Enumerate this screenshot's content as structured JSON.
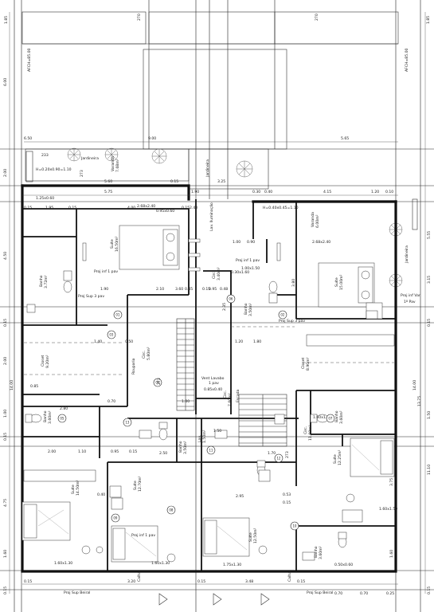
{
  "grid_labels": {
    "top_left": "1.85",
    "top_left_mark": "270",
    "top_right_mark": "270",
    "top_right": "1.85"
  },
  "vertical_dims_left": [
    "6.00",
    "2.00",
    "4.50",
    "0.15",
    "2.00",
    "1.00",
    "0.15",
    "4.75",
    "1.60",
    "0.15"
  ],
  "vertical_dims_right": [
    "5.55",
    "3.15",
    "0.15",
    "13.75",
    "1.50",
    "11.10",
    "3.75",
    "1.60",
    "0.15"
  ],
  "overall_dims": {
    "left_total": "14.00",
    "right_total": "14.00"
  },
  "afastamento_left": "AFCH=85.00",
  "afastamento_right": "AFCH=85.00",
  "top_dims": {
    "left": "6.50",
    "mid": "9.00",
    "right": "5.65"
  },
  "upper_dims": [
    "5.60",
    "0.15",
    "3.25",
    "5.75",
    "0.30",
    "0.40",
    "4.15",
    "1.20",
    "0.10",
    "1.90"
  ],
  "second_row_dims": [
    "1.25x0.60",
    "0.15",
    "1.95",
    "0.15",
    "4.00",
    "2.68x2.40",
    "0.15",
    "2.40"
  ],
  "window_specs": {
    "left": "H=0.20x0.90=1.10",
    "right": "H=0.40x0.45=1.10"
  },
  "jardineira_labels": [
    "Jardineira",
    "Jardineira",
    "Jardineira"
  ],
  "rooms": {
    "varanda_left": {
      "name": "Varanda",
      "area": "7.68m²"
    },
    "varanda_right": {
      "name": "Varanda",
      "area": "6.00m²"
    },
    "suite_left": {
      "name": "Suíte",
      "area": "16.50m²"
    },
    "suite_right": {
      "name": "Suíte",
      "area": "15.00m²"
    },
    "banho_left": {
      "name": "Banho",
      "area": "3.72m²"
    },
    "banho_right": {
      "name": "Banho",
      "area": "3.50m²"
    },
    "closet_left": {
      "name": "Closet",
      "area": "9.20m²"
    },
    "closet_right": {
      "name": "Closet",
      "area": "8.90m²"
    },
    "circ_left": {
      "name": "Circ.",
      "area": "5.80m²"
    },
    "circ_right": {
      "name": "Circ.",
      "area": "3.40m²"
    },
    "lav": {
      "name": "Lav.",
      "area": "1.50m²"
    },
    "lav_int": {
      "name": "Lav. Iluminação",
      "area": ""
    },
    "lav_venti": {
      "name": "Vent Lavabo",
      "area": "1 pav"
    },
    "circ_mid": {
      "name": "Circ.",
      "area": "7.60m²"
    },
    "circ_vert": {
      "name": "Circ.",
      "area": "11.60m²"
    },
    "banho_mid_left": {
      "name": "Banho",
      "area": "3.60m²"
    },
    "banho_mid_right": {
      "name": "Banho",
      "area": "3.60m²"
    },
    "banho_c": {
      "name": "Banho",
      "area": "3.50m²"
    },
    "suite_bl": {
      "name": "Suíte",
      "area": "14.50m²"
    },
    "suite_bc": {
      "name": "Suíte",
      "area": "12.70m²"
    },
    "suite_bc2": {
      "name": "Suíte",
      "area": "12.50m²"
    },
    "suite_br": {
      "name": "Suíte",
      "area": "12.25m²"
    },
    "banho_br": {
      "name": "Banho",
      "area": "3.60m²"
    },
    "rouparia": {
      "name": "Rouparia",
      "area": ""
    }
  },
  "notes": {
    "proj_sup_3pav_a": "Proj Sup 3 pav",
    "proj_sup_3pav_b": "Proj Sup 3 pav",
    "proj_inf_1pav_a": "Proj inf 1 pav",
    "proj_inf_1pav_b": "Proj inf 1 pav",
    "proj_inf_1pav_c": "Proj inf 1 pav",
    "proj_inf_var": "Proj inf Var",
    "first_pav": "1º Pav",
    "proj_sup_beiral_left": "Proj Sup Beiral",
    "proj_sup_beiral_right": "Proj Sup Beiral",
    "calha_left": "Calha",
    "calha_right": "Calha",
    "escada": "Escada",
    "tag_273": "273",
    "tag_233": "233"
  },
  "bottom_dims": [
    "0.15",
    "3.20",
    "0.15",
    "3.48",
    "0.15",
    "0.70",
    "0.70",
    "0.25"
  ],
  "misc_dims": [
    "2.95",
    "2.50",
    "2.00",
    "1.10",
    "0.95",
    "0.15",
    "1.75x1.30",
    "1.60x1.30",
    "1.60x1.30",
    "0.53",
    "0.40",
    "0.15",
    "1.00",
    "0.90",
    "1.20",
    "1.80",
    "1.40",
    "0.50",
    "1.90",
    "2.10",
    "3.60",
    "0.45",
    "0.85",
    "0.95",
    "0.48",
    "0.15",
    "3.80",
    "2.35",
    "2.80",
    "1.50",
    "1.70",
    "0.70",
    "1.00",
    "0.30x1.60",
    "0.85x0.40",
    "0.50x0.60",
    "1.60x1.50",
    "1.00x1.50",
    "2.68x2.40",
    "1.60x1.50",
    "0.95x0.60"
  ],
  "tag_numbers": [
    "01",
    "02",
    "03",
    "04",
    "05",
    "06",
    "07",
    "08",
    "09",
    "10",
    "11",
    "12",
    "13"
  ]
}
